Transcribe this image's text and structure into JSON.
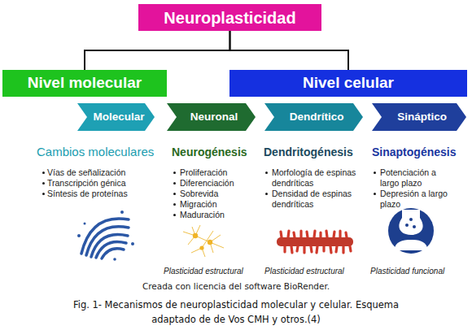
{
  "diagram": {
    "caption": "Fig. 1- Mecanismos de neuroplasticidad molecular y celular. Esquema adaptado de de Vos CMH y otros.(4)",
    "nodes": [
      {
        "text": [
          "Neuroplasticidad"
        ]
      },
      {
        "text": [
          "Nivel molecular"
        ]
      },
      {
        "text": [
          "Nivel celular"
        ]
      },
      {
        "text": [
          "Molecular"
        ]
      },
      {
        "text": [
          "Neuronal"
        ]
      },
      {
        "text": [
          "Dendrítico"
        ]
      },
      {
        "text": [
          "Sináptico"
        ]
      }
    ],
    "edges": [
      {
        "from": 0,
        "to": 1,
        "arrow": "none"
      },
      {
        "from": 0,
        "to": 2,
        "arrow": "none"
      }
    ],
    "labels": [
      "Cambios moleculares",
      "Vías de señalización",
      "Transcripción génica",
      "Síntesis de proteínas",
      "Neurogénesis",
      "Proliferación",
      "Diferenciación",
      "Sobrevida",
      "Migración",
      "Maduración",
      "Dendritogénesis",
      "Morfología de espinas dendríticas",
      "Densidad de espinas dendríticas",
      "Sinaptogénesis",
      "Potenciación a largo plazo",
      "Depresión a largo plazo",
      "Plasticidad estructural",
      "Plasticidad estructural",
      "Plasticidad funcional",
      "Creada con licencia del software BioRender."
    ]
  }
}
